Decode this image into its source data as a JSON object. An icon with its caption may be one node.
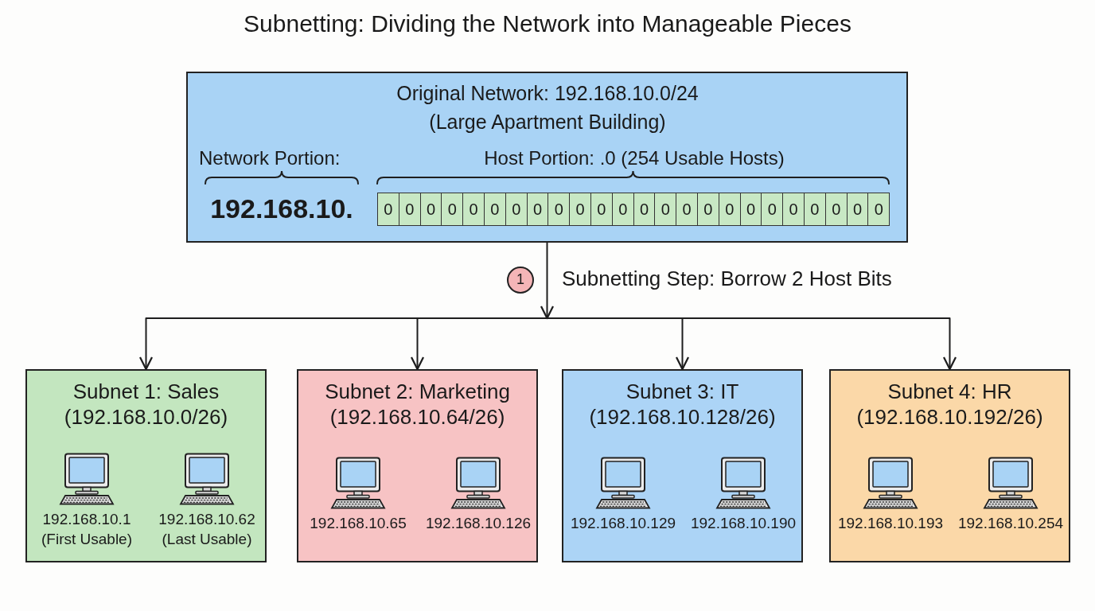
{
  "diagram": {
    "title": "Subnetting: Dividing the Network into Manageable Pieces",
    "nodes": [
      {
        "text": [
          "Original Network: 192.168.10.0/24",
          "(Large Apartment Building)",
          "Network Portion:",
          "Host Portion: .0 (254 Usable Hosts)",
          "192.168.10."
        ]
      },
      {
        "text": [
          "0"
        ],
        "in": 0
      },
      {
        "text": [
          "0"
        ],
        "in": 0
      },
      {
        "text": [
          "0"
        ],
        "in": 0
      },
      {
        "text": [
          "0"
        ],
        "in": 0
      },
      {
        "text": [
          "0"
        ],
        "in": 0
      },
      {
        "text": [
          "0"
        ],
        "in": 0
      },
      {
        "text": [
          "0"
        ],
        "in": 0
      },
      {
        "text": [
          "0"
        ],
        "in": 0
      },
      {
        "text": [
          "0"
        ],
        "in": 0
      },
      {
        "text": [
          "0"
        ],
        "in": 0
      },
      {
        "text": [
          "0"
        ],
        "in": 0
      },
      {
        "text": [
          "0"
        ],
        "in": 0
      },
      {
        "text": [
          "0"
        ],
        "in": 0
      },
      {
        "text": [
          "0"
        ],
        "in": 0
      },
      {
        "text": [
          "0"
        ],
        "in": 0
      },
      {
        "text": [
          "0"
        ],
        "in": 0
      },
      {
        "text": [
          "0"
        ],
        "in": 0
      },
      {
        "text": [
          "0"
        ],
        "in": 0
      },
      {
        "text": [
          "0"
        ],
        "in": 0
      },
      {
        "text": [
          "0"
        ],
        "in": 0
      },
      {
        "text": [
          "0"
        ],
        "in": 0
      },
      {
        "text": [
          "0"
        ],
        "in": 0
      },
      {
        "text": [
          "0"
        ],
        "in": 0
      },
      {
        "text": [
          "0"
        ],
        "in": 0
      },
      {
        "text": [
          "1"
        ]
      },
      {
        "text": [
          "Subnet 1: Sales",
          "(192.168.10.0/26)",
          "192.168.10.1",
          "(First Usable)",
          "192.168.10.62",
          "(Last Usable)"
        ]
      },
      {
        "text": [
          "Subnet 2: Marketing",
          "(192.168.10.64/26)",
          "192.168.10.65",
          "192.168.10.126"
        ]
      },
      {
        "text": [
          "Subnet 3: IT",
          "(192.168.10.128/26)",
          "192.168.10.129",
          "192.168.10.190"
        ]
      },
      {
        "text": [
          "Subnet 4: HR",
          "(192.168.10.192/26)",
          "192.168.10.193",
          "192.168.10.254"
        ]
      }
    ],
    "edges": [
      {
        "from": 0,
        "to": 26,
        "arrow": "to"
      },
      {
        "from": 0,
        "to": 27,
        "arrow": "to"
      },
      {
        "from": 0,
        "to": 28,
        "arrow": "to"
      },
      {
        "from": 0,
        "to": 29,
        "arrow": "to"
      }
    ],
    "labels": [
      "Subnetting Step: Borrow 2 Host Bits"
    ]
  }
}
